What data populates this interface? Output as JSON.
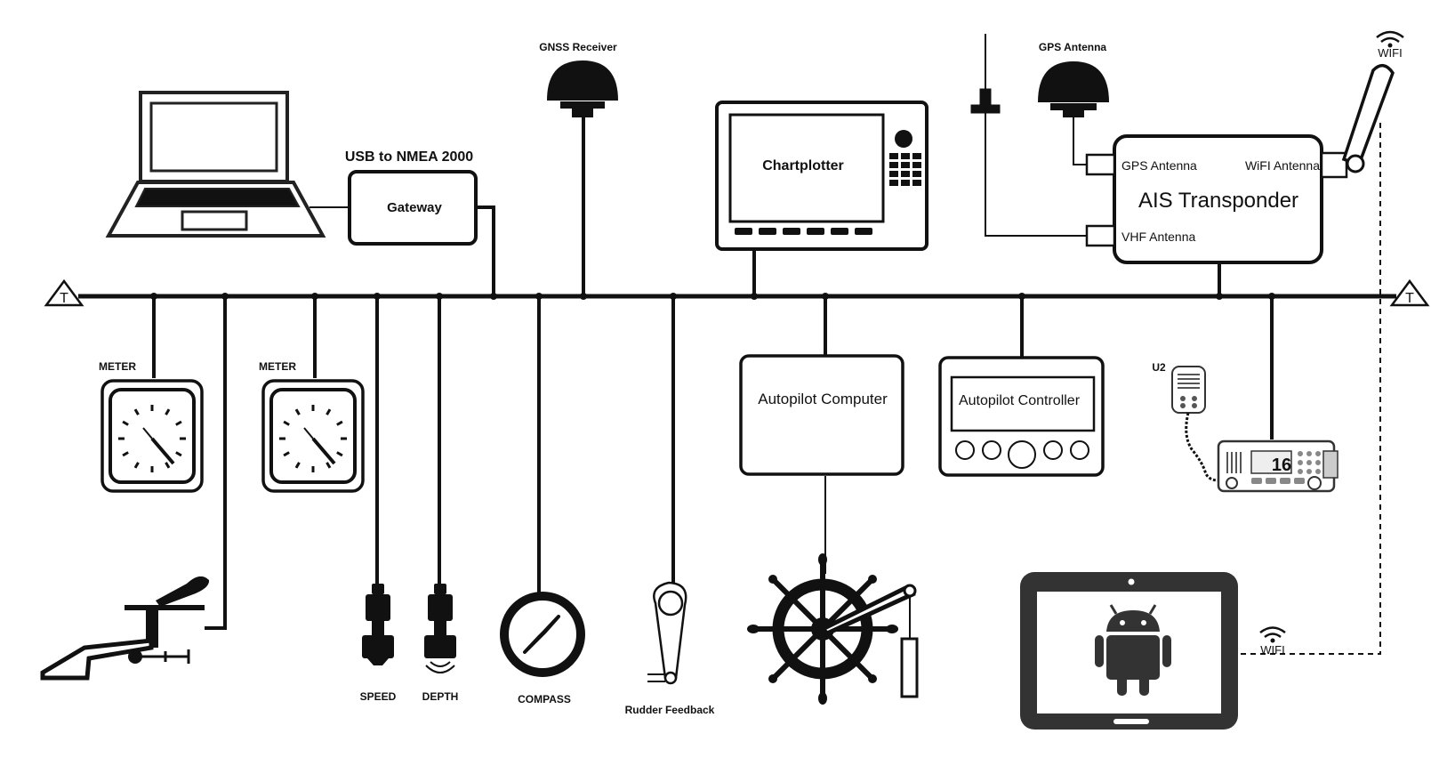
{
  "labels": {
    "gnss_receiver": "GNSS Receiver",
    "gps_antenna_top": "GPS Antenna",
    "wifi_top": "WIFI",
    "usb_to_nmea": "USB to NMEA 2000",
    "gateway": "Gateway",
    "chartplotter": "Chartplotter",
    "ais_transponder": "AIS Transponder",
    "gps_antenna_port": "GPS Antenna",
    "wifi_antenna_port": "WiFI Antenna",
    "vhf_antenna_port": "VHF Antenna",
    "terminator_symbol": "T",
    "meter_left": "METER",
    "meter_right": "METER",
    "autopilot_computer": "Autopilot Computer",
    "autopilot_controller": "Autopilot Controller",
    "u2": "U2",
    "radio_channel": "16",
    "wifi_tablet": "WIFI",
    "speed": "SPEED",
    "depth": "DEPTH",
    "compass": "COMPASS",
    "rudder_feedback": "Rudder Feedback"
  },
  "colors": {
    "line": "#111111",
    "device_fill": "#ffffff",
    "dark_fill": "#111111",
    "tablet_body": "#333333"
  },
  "icons": [
    "laptop-icon",
    "gnss-dome-icon",
    "gps-dome-icon",
    "vhf-antenna-icon",
    "wifi-icon",
    "wifi-antenna-icon",
    "analog-meter-icon",
    "wind-vane-icon",
    "transducer-icon",
    "compass-icon",
    "rudder-feedback-icon",
    "ship-wheel-icon",
    "vhf-radio-icon",
    "android-icon",
    "tablet-icon"
  ]
}
